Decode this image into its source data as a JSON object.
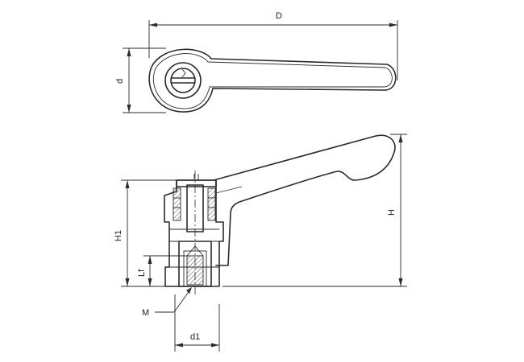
{
  "labels": {
    "D": "D",
    "d": "d",
    "H": "H",
    "H1": "H1",
    "Lf": "Lf",
    "M": "M",
    "d1": "d1"
  },
  "colors": {
    "line": "#2a2a2a",
    "background": "#ffffff"
  }
}
